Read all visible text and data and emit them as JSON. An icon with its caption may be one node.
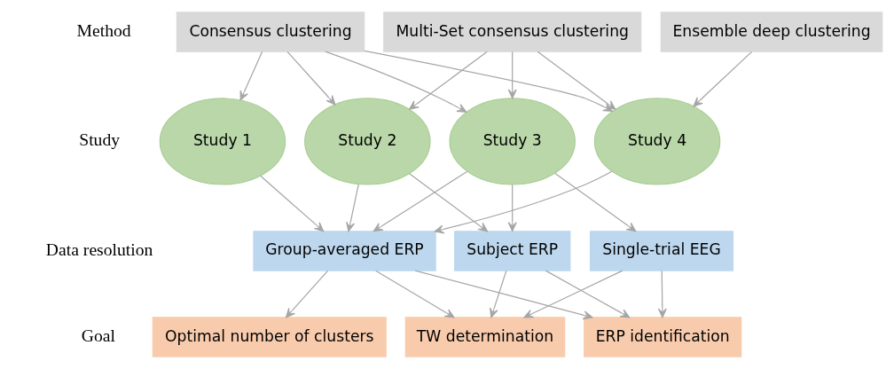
{
  "diagram": {
    "nodes": [
      {
        "text": [
          "Consensus clustering"
        ]
      },
      {
        "text": [
          "Multi-Set consensus clustering"
        ]
      },
      {
        "text": [
          "Ensemble deep clustering"
        ]
      },
      {
        "text": [
          "Study 1"
        ]
      },
      {
        "text": [
          "Study 2"
        ]
      },
      {
        "text": [
          "Study 3"
        ]
      },
      {
        "text": [
          "Study 4"
        ]
      },
      {
        "text": [
          "Group-averaged ERP"
        ]
      },
      {
        "text": [
          "Subject ERP"
        ]
      },
      {
        "text": [
          "Single-trial EEG"
        ]
      },
      {
        "text": [
          "Optimal number of clusters"
        ]
      },
      {
        "text": [
          "TW determination"
        ]
      },
      {
        "text": [
          "ERP identification"
        ]
      }
    ],
    "edges": [
      {
        "from": 0,
        "to": 3,
        "arrow": "to"
      },
      {
        "from": 0,
        "to": 4,
        "arrow": "to"
      },
      {
        "from": 0,
        "to": 5,
        "arrow": "to"
      },
      {
        "from": 0,
        "to": 6,
        "arrow": "to"
      },
      {
        "from": 1,
        "to": 4,
        "arrow": "to"
      },
      {
        "from": 1,
        "to": 5,
        "arrow": "to"
      },
      {
        "from": 1,
        "to": 6,
        "arrow": "to"
      },
      {
        "from": 2,
        "to": 6,
        "arrow": "to"
      },
      {
        "from": 3,
        "to": 7,
        "arrow": "to"
      },
      {
        "from": 4,
        "to": 7,
        "arrow": "to"
      },
      {
        "from": 4,
        "to": 8,
        "arrow": "to"
      },
      {
        "from": 5,
        "to": 7,
        "arrow": "to"
      },
      {
        "from": 5,
        "to": 8,
        "arrow": "to"
      },
      {
        "from": 5,
        "to": 9,
        "arrow": "to"
      },
      {
        "from": 6,
        "to": 7,
        "arrow": "to"
      },
      {
        "from": 7,
        "to": 10,
        "arrow": "to"
      },
      {
        "from": 7,
        "to": 11,
        "arrow": "to"
      },
      {
        "from": 7,
        "to": 12,
        "arrow": "to"
      },
      {
        "from": 8,
        "to": 11,
        "arrow": "to"
      },
      {
        "from": 8,
        "to": 12,
        "arrow": "to"
      },
      {
        "from": 9,
        "to": 11,
        "arrow": "to"
      },
      {
        "from": 9,
        "to": 12,
        "arrow": "to"
      }
    ],
    "labels": [
      "Method",
      "Study",
      "Data resolution",
      "Goal"
    ]
  }
}
